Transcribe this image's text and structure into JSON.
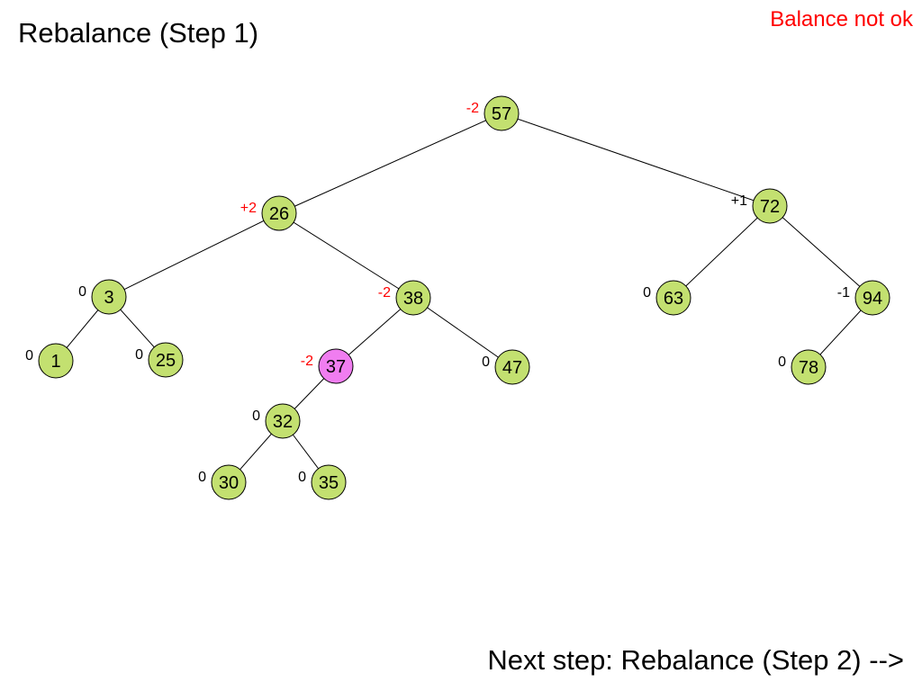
{
  "title": "Rebalance (Step 1)",
  "status": "Balance not ok",
  "next_step": "Next step: Rebalance (Step 2) -->",
  "colors": {
    "node_fill": "#c3e070",
    "highlight_fill": "#f07df0",
    "status_red": "#ff0000",
    "normal_text": "#000000"
  },
  "nodes": [
    {
      "id": "57",
      "value": "57",
      "balance": "-2",
      "balance_color": "#ff0000",
      "highlight": false
    },
    {
      "id": "26",
      "value": "26",
      "balance": "+2",
      "balance_color": "#ff0000",
      "highlight": false
    },
    {
      "id": "72",
      "value": "72",
      "balance": "+1",
      "balance_color": "#000000",
      "highlight": false
    },
    {
      "id": "3",
      "value": "3",
      "balance": "0",
      "balance_color": "#000000",
      "highlight": false
    },
    {
      "id": "38",
      "value": "38",
      "balance": "-2",
      "balance_color": "#ff0000",
      "highlight": false
    },
    {
      "id": "63",
      "value": "63",
      "balance": "0",
      "balance_color": "#000000",
      "highlight": false
    },
    {
      "id": "94",
      "value": "94",
      "balance": "-1",
      "balance_color": "#000000",
      "highlight": false
    },
    {
      "id": "1",
      "value": "1",
      "balance": "0",
      "balance_color": "#000000",
      "highlight": false
    },
    {
      "id": "25",
      "value": "25",
      "balance": "0",
      "balance_color": "#000000",
      "highlight": false
    },
    {
      "id": "37",
      "value": "37",
      "balance": "-2",
      "balance_color": "#ff0000",
      "highlight": true
    },
    {
      "id": "47",
      "value": "47",
      "balance": "0",
      "balance_color": "#000000",
      "highlight": false
    },
    {
      "id": "78",
      "value": "78",
      "balance": "0",
      "balance_color": "#000000",
      "highlight": false
    },
    {
      "id": "32",
      "value": "32",
      "balance": "0",
      "balance_color": "#000000",
      "highlight": false
    },
    {
      "id": "30",
      "value": "30",
      "balance": "0",
      "balance_color": "#000000",
      "highlight": false
    },
    {
      "id": "35",
      "value": "35",
      "balance": "0",
      "balance_color": "#000000",
      "highlight": false
    }
  ],
  "edges": [
    [
      "57",
      "26"
    ],
    [
      "57",
      "72"
    ],
    [
      "26",
      "3"
    ],
    [
      "26",
      "38"
    ],
    [
      "72",
      "63"
    ],
    [
      "72",
      "94"
    ],
    [
      "3",
      "1"
    ],
    [
      "3",
      "25"
    ],
    [
      "38",
      "37"
    ],
    [
      "38",
      "47"
    ],
    [
      "94",
      "78"
    ],
    [
      "37",
      "32"
    ],
    [
      "32",
      "30"
    ],
    [
      "32",
      "35"
    ]
  ]
}
